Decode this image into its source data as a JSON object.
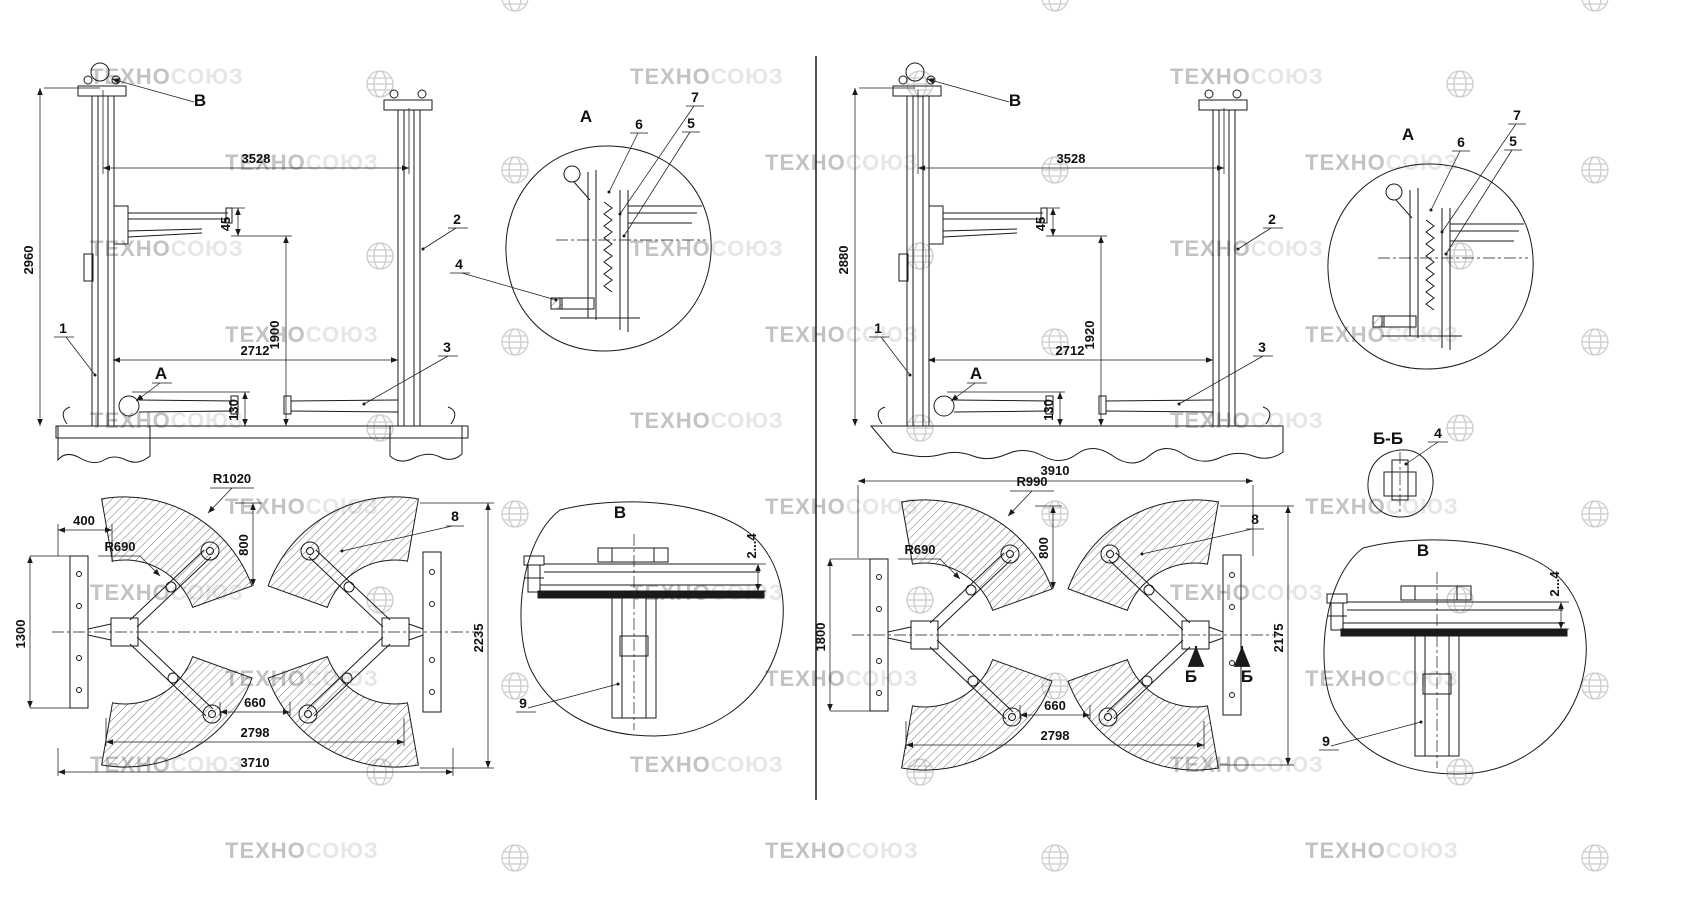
{
  "watermark": {
    "brand_bold": "ТЕХНО",
    "brand_light": "СОЮЗ"
  },
  "left": {
    "front": {
      "detail_b_ref": "В",
      "detail_a_ref": "А",
      "dim_span": "3528",
      "dim_height": "2960",
      "dim_arm_height": "45",
      "dim_lift_height": "1900",
      "dim_inner_span": "2712",
      "dim_ground_clearance": "130",
      "part_1": "1",
      "part_2": "2",
      "part_3": "3"
    },
    "detail_a": {
      "title": "А",
      "part_4": "4",
      "part_5": "5",
      "part_6": "6",
      "part_7": "7"
    },
    "plan": {
      "dim_400": "400",
      "radius_outer": "R1020",
      "dim_800": "800",
      "radius_inner": "R690",
      "part_8": "8",
      "dim_1300": "1300",
      "dim_660": "660",
      "dim_2798": "2798",
      "dim_3710": "3710",
      "dim_2235": "2235"
    },
    "detail_b": {
      "title": "В",
      "dim_gap": "2...4",
      "part_9": "9"
    }
  },
  "right": {
    "front": {
      "detail_b_ref": "В",
      "detail_a_ref": "А",
      "dim_span": "3528",
      "dim_height": "2880",
      "dim_arm_height": "45",
      "dim_lift_height": "1920",
      "dim_inner_span": "2712",
      "dim_ground_clearance": "130",
      "part_1": "1",
      "part_2": "2",
      "part_3": "3"
    },
    "detail_a": {
      "title": "А",
      "part_5": "5",
      "part_6": "6",
      "part_7": "7"
    },
    "section_bb": {
      "title": "Б-Б",
      "part_4": "4",
      "cut_label": "Б"
    },
    "plan": {
      "dim_3910": "3910",
      "radius_outer": "R990",
      "dim_800": "800",
      "radius_inner": "R690",
      "part_8": "8",
      "dim_1800": "1800",
      "dim_660": "660",
      "dim_2798": "2798",
      "dim_2175": "2175"
    },
    "detail_b": {
      "title": "В",
      "dim_gap": "2...4",
      "part_9": "9"
    }
  }
}
